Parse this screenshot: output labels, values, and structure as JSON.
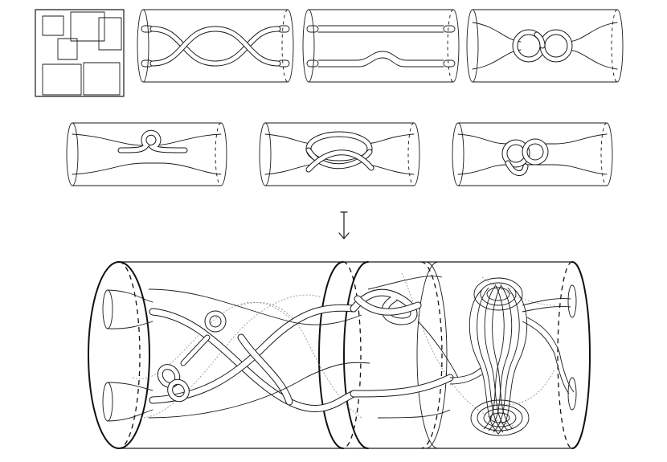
{
  "figure": {
    "rows": [
      {
        "id": "top-row",
        "panels": [
          "square-nesting-diagram",
          "braid-tube",
          "straight-strand-tube",
          "linked-handcuff-tube"
        ]
      },
      {
        "id": "middle-row",
        "panels": [
          "single-loop-tube",
          "twisted-loop-tube",
          "clasp-loop-tube"
        ]
      },
      {
        "id": "bottom-row",
        "panels": [
          "composite-braid-tube"
        ]
      }
    ],
    "arrow": {
      "type": "maps-to",
      "direction": "down"
    },
    "colors": {
      "stroke": "#1a1a1a",
      "ghost_stroke": "#8c8c8c",
      "background": "#ffffff"
    }
  }
}
